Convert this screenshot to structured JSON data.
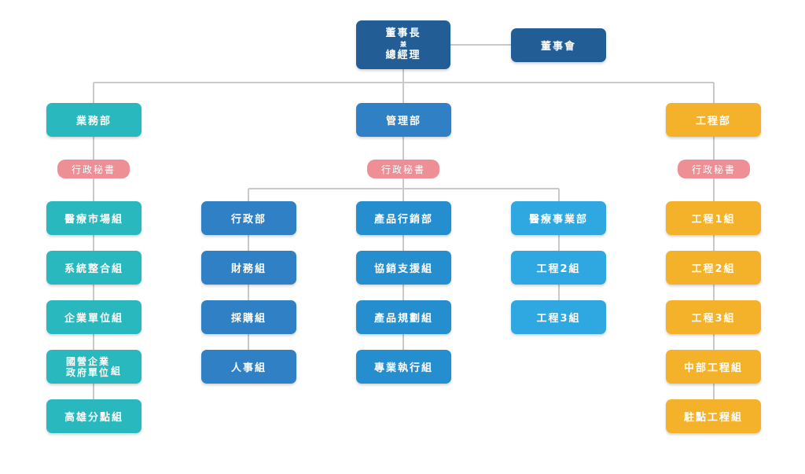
{
  "top": {
    "chairman": {
      "line1": "董事長",
      "line2": "兼",
      "line3": "總經理"
    },
    "board": "董事會"
  },
  "business": {
    "head": "業務部",
    "secretary": "行政秘書",
    "units": [
      "醫療市場組",
      "系統整合組",
      "企業單位組",
      "高雄分點組"
    ],
    "gov_unit": {
      "line1": "國營企業",
      "line2": "政府單位",
      "suffix": "組"
    }
  },
  "management": {
    "head": "管理部",
    "secretary": "行政秘書",
    "admin": {
      "head": "行政部",
      "units": [
        "財務組",
        "採購組",
        "人事組"
      ]
    },
    "product": {
      "head": "產品行銷部",
      "units": [
        "協銷支援組",
        "產品規劃組",
        "專業執行組"
      ]
    },
    "medical": {
      "head": "醫療事業部",
      "units": [
        "工程2組",
        "工程3組"
      ]
    }
  },
  "engineering": {
    "head": "工程部",
    "secretary": "行政秘書",
    "units": [
      "工程1組",
      "工程2組",
      "工程3組",
      "中部工程組",
      "駐點工程組"
    ]
  },
  "colors": {
    "navy": "#225e95",
    "teal": "#29b8bd",
    "blue_dark": "#2f80c4",
    "blue_mid": "#248ece",
    "blue_light": "#2fa8e2",
    "orange": "#f3b22a",
    "pink": "#ee8f96",
    "connector": "#c9c9c9"
  }
}
